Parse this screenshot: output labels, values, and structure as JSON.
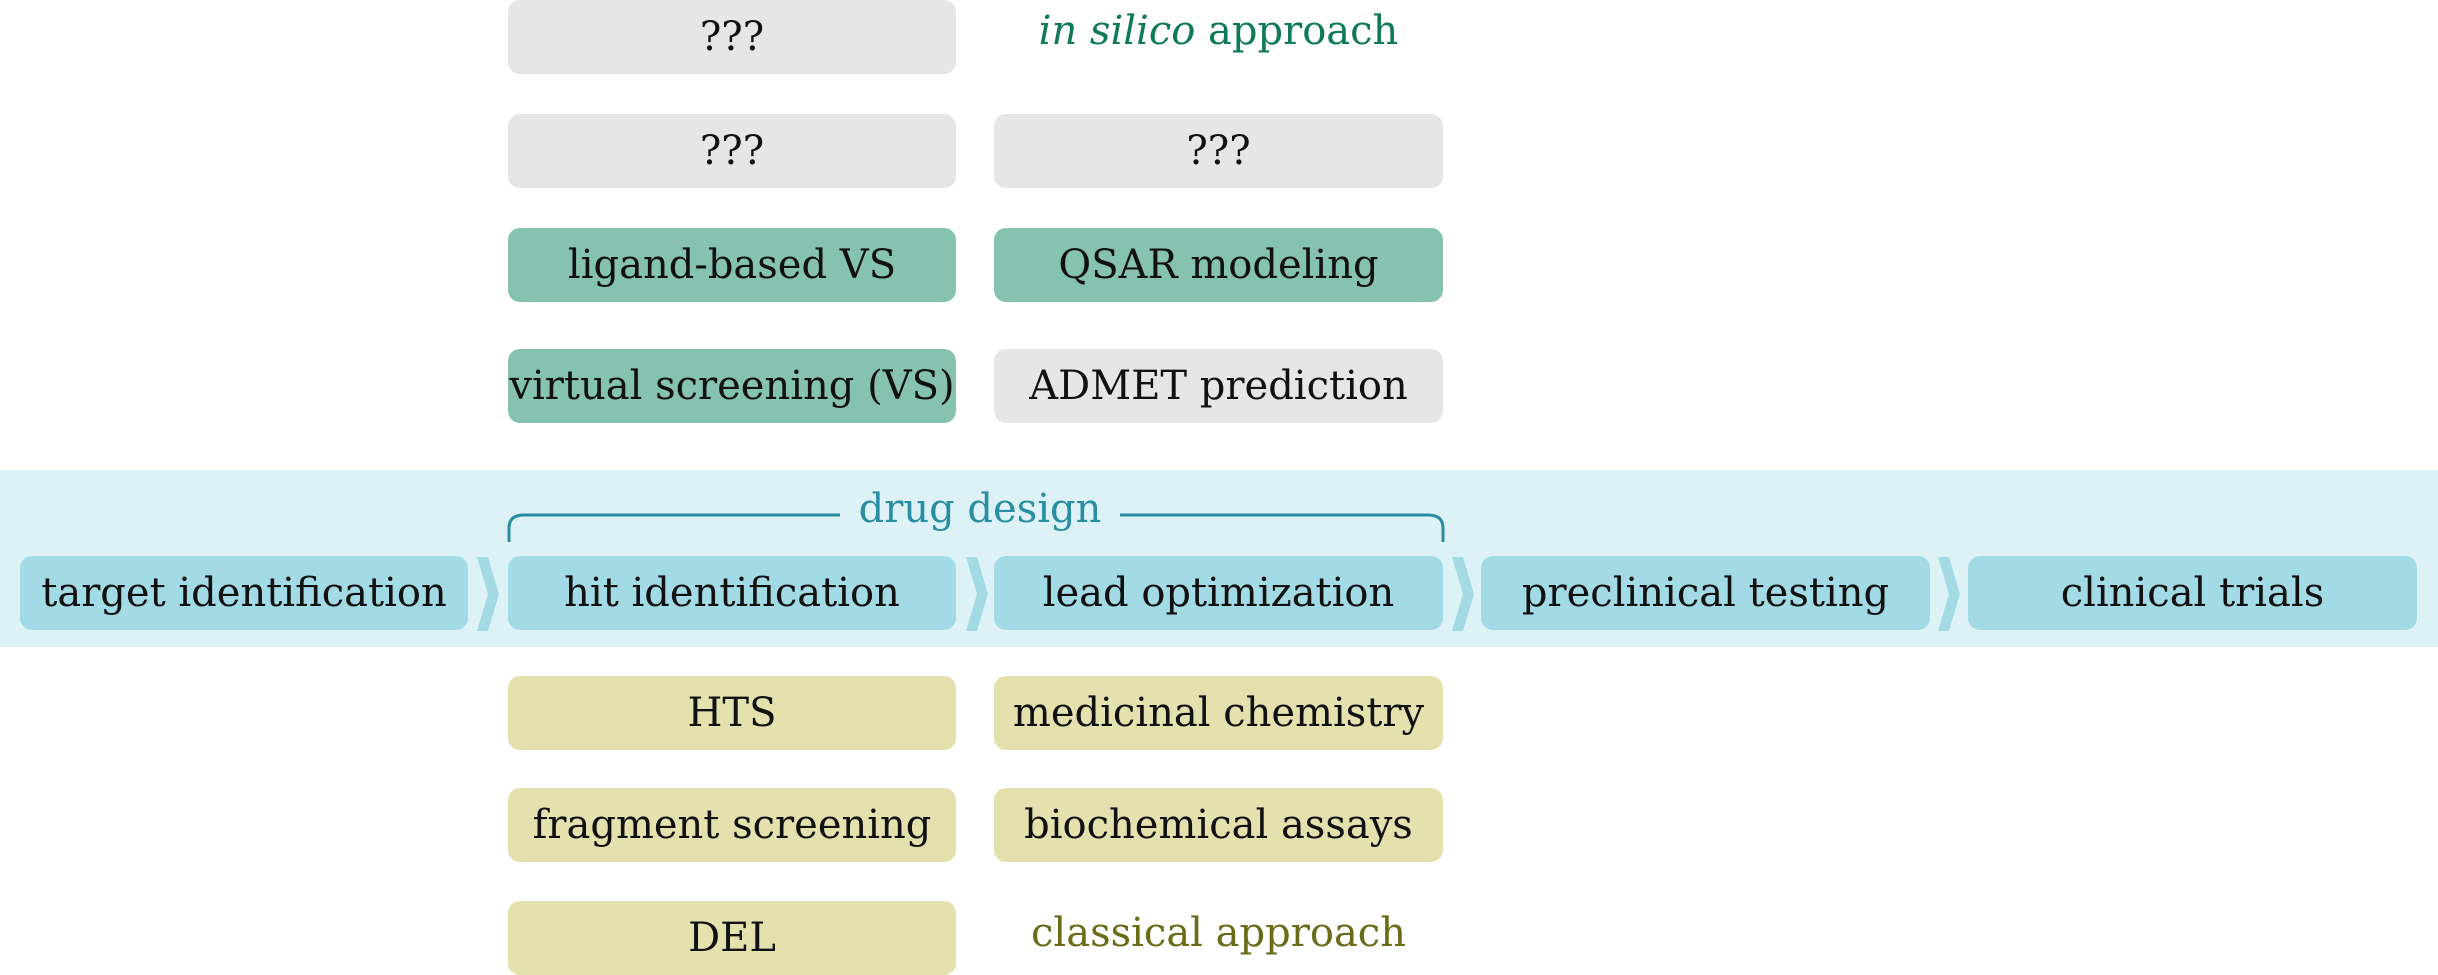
{
  "approach_labels": {
    "in_silico_italic": "in silico",
    "in_silico_rest": " approach",
    "classical": "classical approach"
  },
  "in_silico_boxes": {
    "col1": [
      "???",
      "???",
      "ligand-based VS",
      "virtual screening (VS)"
    ],
    "col2": [
      "???",
      "QSAR modeling",
      "ADMET prediction"
    ]
  },
  "pipeline": {
    "group_label": "drug design",
    "stages": [
      "target identification",
      "hit identification",
      "lead optimization",
      "preclinical testing",
      "clinical trials"
    ]
  },
  "classical_boxes": {
    "col1": [
      "HTS",
      "fragment screening",
      "DEL"
    ],
    "col2": [
      "medicinal chemistry",
      "biochemical assays"
    ]
  },
  "colors": {
    "unknown": "#e6e6e6",
    "in_silico": "#85c3b0",
    "pipeline": "#a2dbe5",
    "band": "#ddf2f6",
    "classical": "#e5e1ae",
    "in_silico_text": "#0f7a5a",
    "classical_text": "#6b6b1a",
    "drug_design_text": "#2a8ea3"
  }
}
